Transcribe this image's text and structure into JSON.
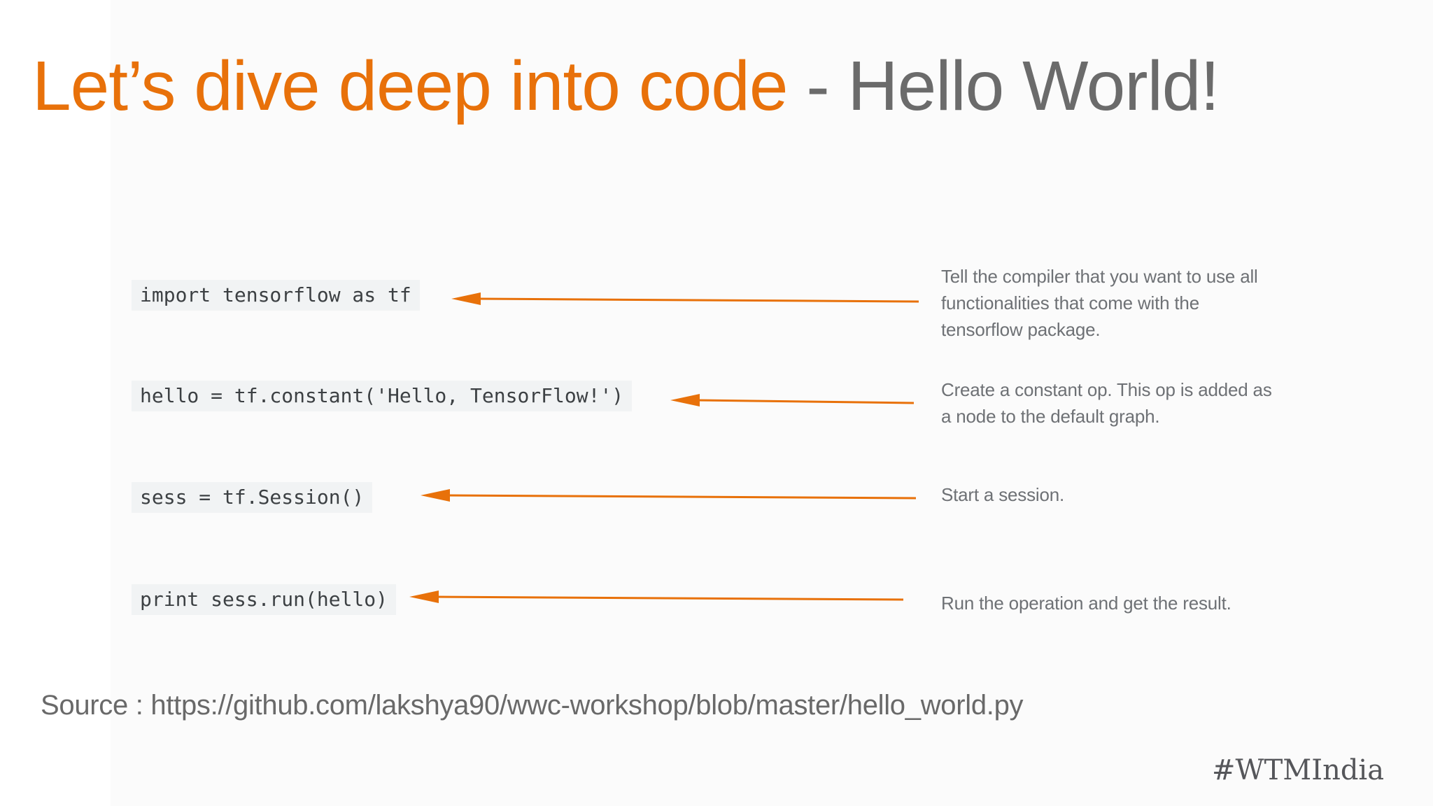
{
  "slide": {
    "title": {
      "highlight": "Let’s dive deep into code",
      "rest": " - Hello World!"
    },
    "code_lines": [
      {
        "code": "import tensorflow as tf",
        "annotation_lines": [
          "Tell the compiler that you want to use all",
          "functionalities that come with the",
          "tensorflow package."
        ]
      },
      {
        "code": "hello = tf.constant('Hello, TensorFlow!')",
        "annotation_lines": [
          "Create a constant op. This op is added as",
          "a node to the default graph."
        ]
      },
      {
        "code": "sess = tf.Session()",
        "annotation_lines": [
          "Start a session."
        ]
      },
      {
        "code": "print sess.run(hello)",
        "annotation_lines": [
          "Run the operation and get the result."
        ]
      }
    ],
    "source_line": "Source : https://github.com/lakshya90/wwc-workshop/blob/master/hello_world.py",
    "hashtag": "#WTMIndia",
    "colors": {
      "accent_orange": "#e8710a",
      "title_gray": "#6b6b6b",
      "code_text": "#3c4043",
      "code_highlight_bg": "#f1f3f4",
      "annotation_gray": "#6e7175",
      "source_gray": "#696969",
      "hashtag_gray": "#55565a"
    }
  }
}
